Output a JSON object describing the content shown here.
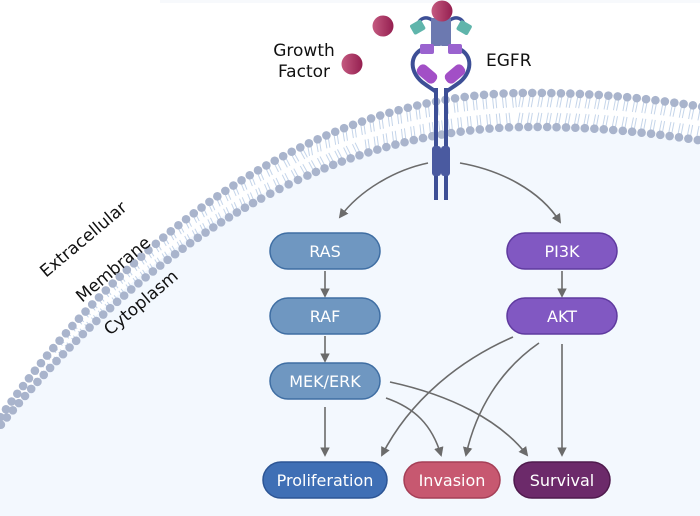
{
  "labels": {
    "growth_factor_line1": "Growth",
    "growth_factor_line2": "Factor",
    "receptor": "EGFR",
    "extracellular": "Extracellular",
    "membrane": "Membrane",
    "cytoplasm": "Cytoplasm"
  },
  "nodes": {
    "ras": "RAS",
    "raf": "RAF",
    "mek_erk": "MEK/ERK",
    "pi3k": "PI3K",
    "akt": "AKT",
    "proliferation": "Proliferation",
    "invasion": "Invasion",
    "survival": "Survival"
  },
  "colors": {
    "mapk_pathway": "#6f97c1",
    "pi3k_pathway": "#8158c2",
    "proliferation": "#3f6fb5",
    "invasion": "#c75870",
    "survival": "#6c2a6a",
    "ligand": "#a8305f",
    "receptor_stalk": "#3d4f96",
    "membrane_head": "#a9b4cc",
    "cytoplasm_bg": "#f3f8fe",
    "arrow": "#6b6b6b"
  },
  "edges": [
    {
      "from": "EGFR",
      "to": "RAS"
    },
    {
      "from": "EGFR",
      "to": "PI3K"
    },
    {
      "from": "RAS",
      "to": "RAF"
    },
    {
      "from": "RAF",
      "to": "MEK/ERK"
    },
    {
      "from": "MEK/ERK",
      "to": "Proliferation"
    },
    {
      "from": "MEK/ERK",
      "to": "Invasion"
    },
    {
      "from": "MEK/ERK",
      "to": "Survival"
    },
    {
      "from": "PI3K",
      "to": "AKT"
    },
    {
      "from": "AKT",
      "to": "Proliferation"
    },
    {
      "from": "AKT",
      "to": "Invasion"
    },
    {
      "from": "AKT",
      "to": "Survival"
    }
  ]
}
